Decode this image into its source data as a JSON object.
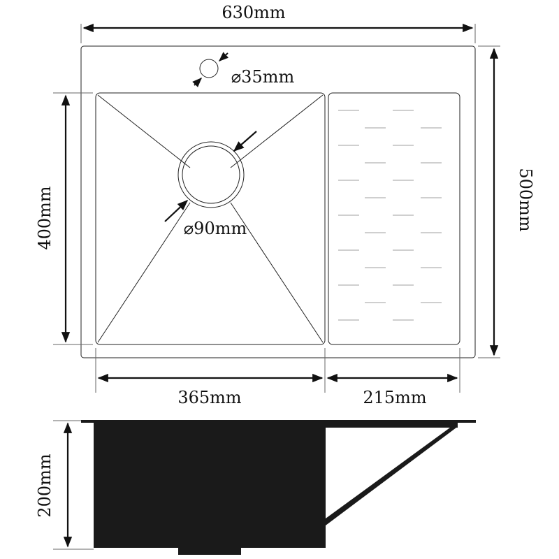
{
  "dimensions": {
    "overall_width": "630mm",
    "overall_depth": "500mm",
    "bowl_depth": "400mm",
    "bowl_width": "365mm",
    "drainboard_width": "215mm",
    "height": "200mm",
    "tap_hole": "⌀35mm",
    "drain_hole": "⌀90mm"
  },
  "colors": {
    "line": "#111111",
    "profile_fill": "#1a1a1a",
    "ribs": "#cfcfcf"
  }
}
